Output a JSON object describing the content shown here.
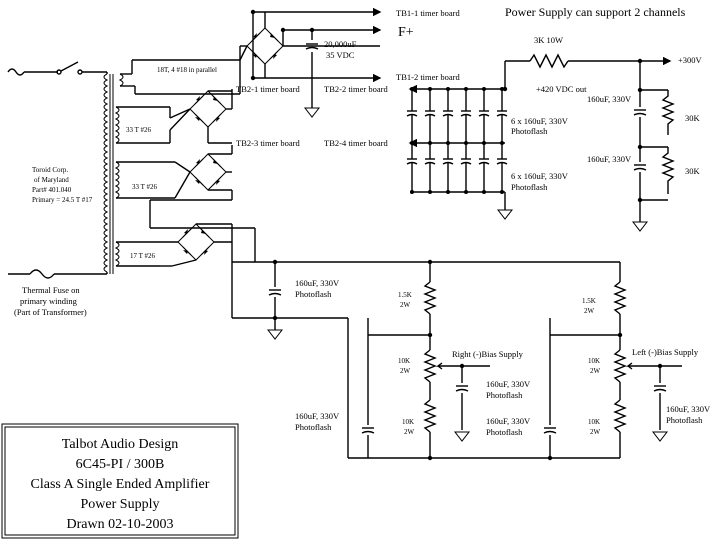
{
  "header": {
    "note": "Power Supply can support 2 channels",
    "fplus": "F+"
  },
  "terminals": {
    "tb1_1": "TB1-1 timer board",
    "tb1_2": "TB1-2 timer board",
    "tb2_1": "TB2-1 timer board",
    "tb2_2": "TB2-2 timer board",
    "tb2_3": "TB2-3 timer board",
    "tb2_4": "TB2-4 timer board",
    "v420": "+420 VDC out",
    "v300": "+300V"
  },
  "transformer": {
    "line1": "Toroid Corp.",
    "line2": "of Maryland",
    "line3": "Part# 401.040",
    "line4": "Primary = 24.5 T #17",
    "sec1": "18T, 4 #18 in parallel",
    "sec2": "33 T #26",
    "sec3": "33 T #26",
    "sec4": "17 T #26",
    "fuse1": "Thermal Fuse on",
    "fuse2": "primary winding",
    "fuse3": "(Part of Transformer)"
  },
  "components": {
    "cap_fil1": "20,000uF",
    "cap_fil2": "35 VDC",
    "res_3k": "3K 10W",
    "bank1a": "6 x 160uF, 330V",
    "bank1b": "Photoflash",
    "bank2a": "6 x 160uF, 330V",
    "bank2b": "Photoflash",
    "c300": "160uF, 330V",
    "c300b": "160uF, 330V",
    "r30k": "30K",
    "r30kb": "30K",
    "bias_cap_a": "160uF, 330V",
    "bias_cap_b": "Photoflash",
    "bias_cap2_a": "160uF, 330V",
    "bias_cap2_b": "Photoflash",
    "r15k": "1.5K",
    "r15k_w": "2W",
    "r10k": "10K",
    "r10k_w": "2W",
    "r10kb": "10K",
    "r10kb_w": "2W",
    "right_bias": "Right (-)Bias  Supply",
    "rcap_a": "160uF, 330V",
    "rcap_b": "Photoflash",
    "rcap2_a": "160uF, 330V",
    "rcap2_b": "Photoflash",
    "l15k": "1.5K",
    "l15k_w": "2W",
    "l10k": "10K",
    "l10k_w": "2W",
    "l10kb": "10K",
    "l10kb_w": "2W",
    "left_bias": "Left (-)Bias  Supply",
    "lcap_a": "160uF, 330V",
    "lcap_b": "Photoflash"
  },
  "title_block": {
    "l1": "Talbot Audio Design",
    "l2": "6C45-PI / 300B",
    "l3": "Class A Single Ended Amplifier",
    "l4": "Power Supply",
    "l5": "Drawn 02-10-2003"
  }
}
